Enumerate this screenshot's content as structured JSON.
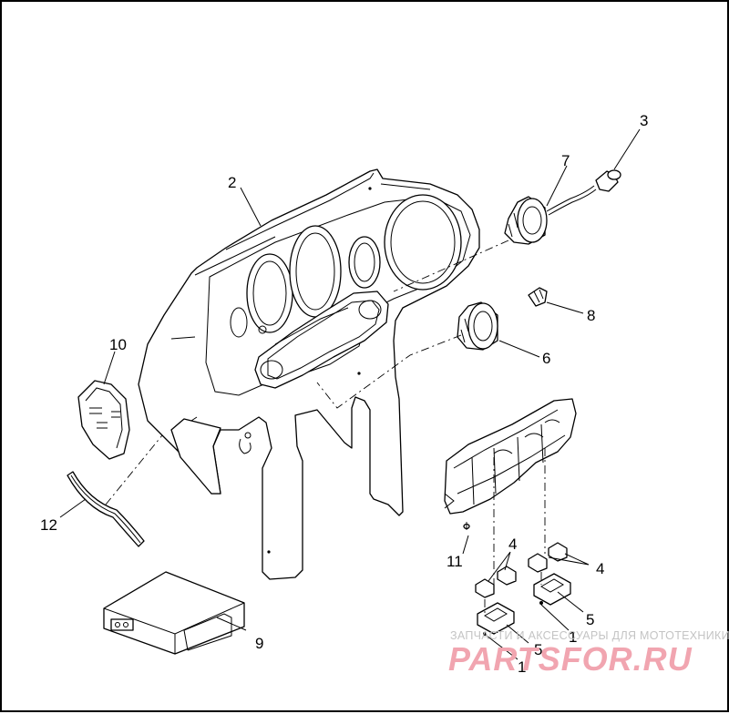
{
  "callouts": {
    "c1a": "1",
    "c1b": "1",
    "c2": "2",
    "c3": "3",
    "c4a": "4",
    "c4b": "4",
    "c5a": "5",
    "c5b": "5",
    "c6": "6",
    "c7": "7",
    "c8": "8",
    "c9": "9",
    "c10": "10",
    "c11": "11",
    "c12": "12"
  },
  "watermark": {
    "tagline": "ЗАПЧАСТИ И АКСЕССУАРЫ ДЛЯ МОТОТЕХНИКИ",
    "brand": "PARTSFOR.RU"
  },
  "colors": {
    "line": "#000000",
    "background": "#ffffff",
    "watermark_brand": "#f1a5b0",
    "watermark_text": "#c4c4c4"
  }
}
